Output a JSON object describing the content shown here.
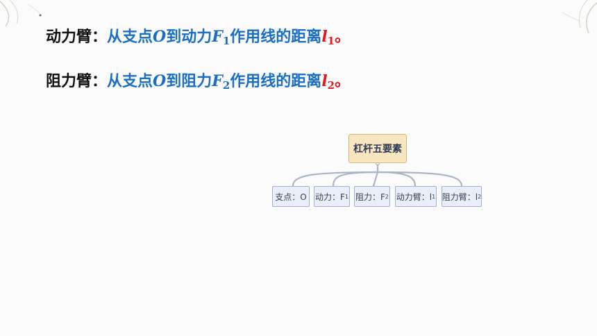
{
  "definitions": {
    "power_arm": {
      "term": "动力臂",
      "colon": "：",
      "part1": "从支点",
      "pivot": "O",
      "part2": "到动力",
      "force_symbol": "F",
      "force_sub": "1",
      "part3": "作用线的距离",
      "arm_symbol": "l",
      "arm_sub": "1",
      "end": "。"
    },
    "resistance_arm": {
      "term": "阻力臂",
      "colon": "：",
      "part1": "从支点",
      "pivot": "O",
      "part2": "到阻力",
      "force_symbol": "F",
      "force_sub": "2",
      "part3": "作用线的距离",
      "arm_symbol": "l",
      "arm_sub": "2",
      "end": "。"
    }
  },
  "mindmap": {
    "root": "杠杆五要素",
    "children": [
      {
        "label": "支点：O",
        "sub": ""
      },
      {
        "label": "动力：F",
        "sub": "1"
      },
      {
        "label": "阻力：F",
        "sub": "2"
      },
      {
        "label": "动力臂：l",
        "sub": "1"
      },
      {
        "label": "阻力臂：l",
        "sub": "2"
      }
    ]
  },
  "colors": {
    "term": "#111111",
    "definition": "#1a6fc4",
    "arm_symbol": "#e0191b",
    "root_fill": "#f7e6bf",
    "child_fill": "#e9eef8",
    "connector": "#a9b4c9"
  }
}
